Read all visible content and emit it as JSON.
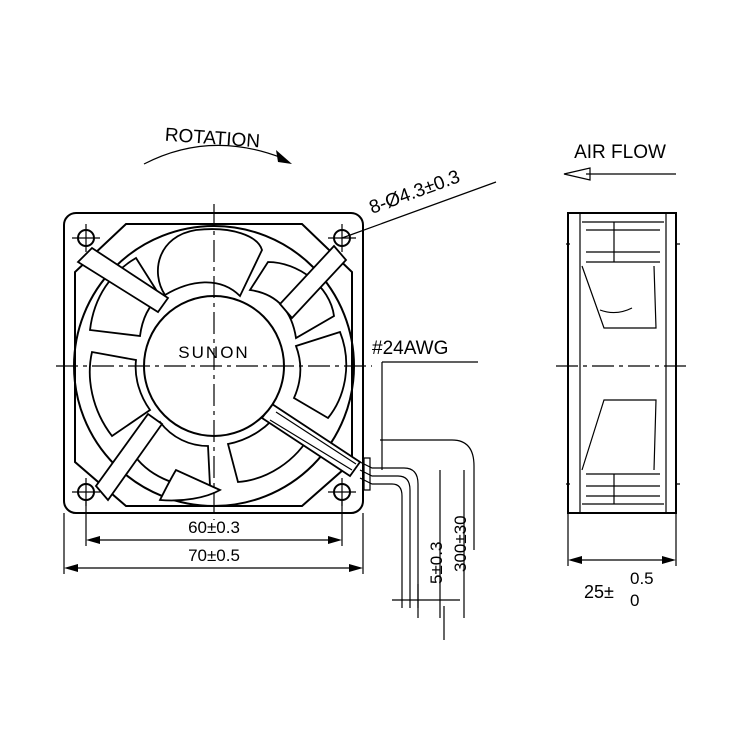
{
  "labels": {
    "rotation": "ROTATION",
    "air_flow": "AIR FLOW",
    "hole_spec": "8-Ø4.3±0.3",
    "wire_gauge": "#24AWG",
    "brand": "SUNON",
    "dim_hole_pitch": "60±0.3",
    "dim_width": "70±0.5",
    "dim_strip": "5±0.3",
    "dim_lead": "300±30",
    "dim_depth_base": "25±",
    "dim_depth_upper": "0.5",
    "dim_depth_lower": "0"
  },
  "colors": {
    "line": "#000000",
    "background": "#ffffff"
  }
}
